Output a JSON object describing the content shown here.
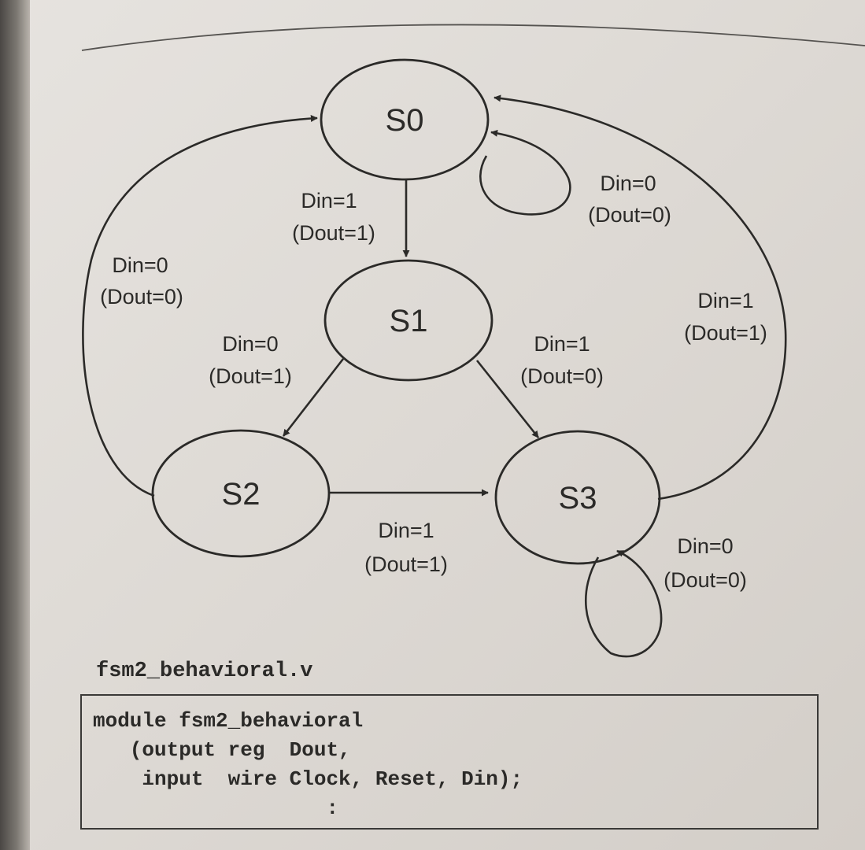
{
  "diagram": {
    "states": [
      {
        "id": "S0",
        "label": "S0"
      },
      {
        "id": "S1",
        "label": "S1"
      },
      {
        "id": "S2",
        "label": "S2"
      },
      {
        "id": "S3",
        "label": "S3"
      }
    ],
    "transitions": [
      {
        "from": "S0",
        "to": "S1",
        "input": "Din=1",
        "output": "(Dout=1)"
      },
      {
        "from": "S0",
        "to": "S0",
        "input": "Din=0",
        "output": "(Dout=0)"
      },
      {
        "from": "S2",
        "to": "S0",
        "input": "Din=0",
        "output": "(Dout=0)"
      },
      {
        "from": "S1",
        "to": "S2",
        "input": "Din=0",
        "output": "(Dout=1)"
      },
      {
        "from": "S1",
        "to": "S3",
        "input": "Din=1",
        "output": "(Dout=0)"
      },
      {
        "from": "S3",
        "to": "S0",
        "input": "Din=1",
        "output": "(Dout=1)"
      },
      {
        "from": "S2",
        "to": "S3",
        "input": "Din=1",
        "output": "(Dout=1)"
      },
      {
        "from": "S3",
        "to": "S3",
        "input": "Din=0",
        "output": "(Dout=0)"
      }
    ]
  },
  "code": {
    "filename": "fsm2_behavioral.v",
    "lines": [
      "module fsm2_behavioral",
      "   (output reg  Dout,",
      "    input  wire Clock, Reset, Din);",
      "                   :"
    ]
  }
}
